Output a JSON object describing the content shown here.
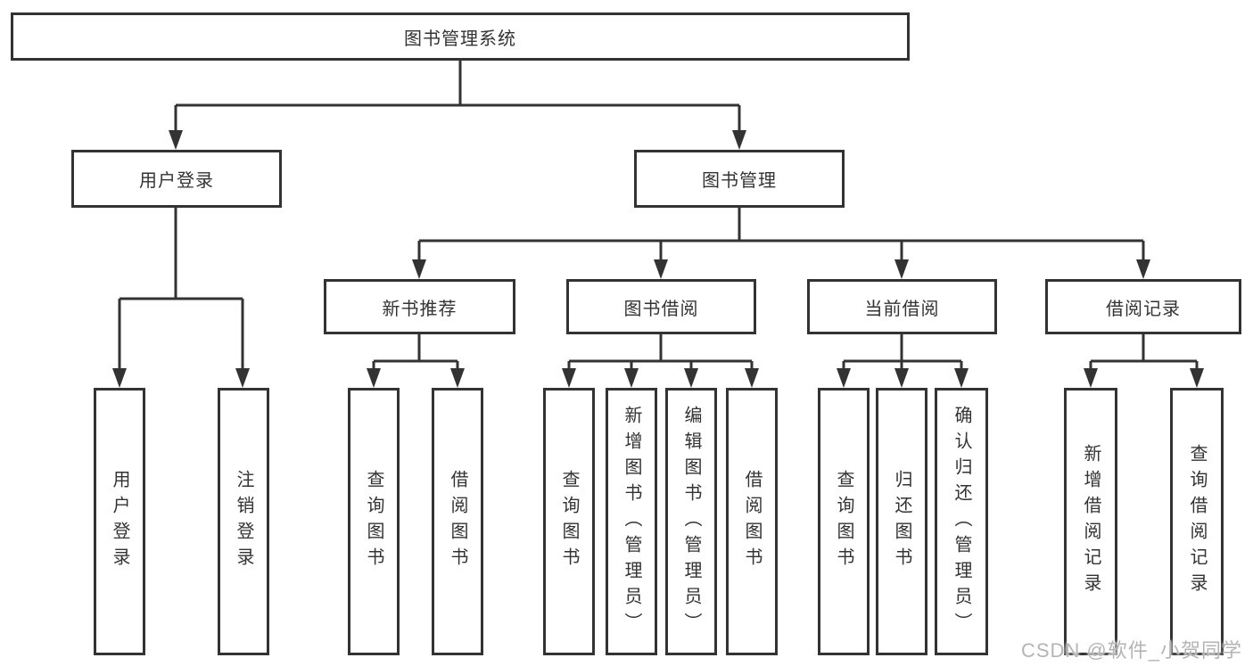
{
  "diagram": {
    "type": "hierarchy-tree",
    "line_color": "#333333",
    "text_color": "#333333",
    "background_color": "#ffffff",
    "root": {
      "label": "图书管理系统",
      "children": [
        {
          "label": "用户登录",
          "children": [
            {
              "label": "用户登录"
            },
            {
              "label": "注销登录"
            }
          ]
        },
        {
          "label": "图书管理",
          "children": [
            {
              "label": "新书推荐",
              "children": [
                {
                  "label": "查询图书"
                },
                {
                  "label": "借阅图书"
                }
              ]
            },
            {
              "label": "图书借阅",
              "children": [
                {
                  "label": "查询图书"
                },
                {
                  "label": "新增图书（管理员）"
                },
                {
                  "label": "编辑图书（管理员）"
                },
                {
                  "label": "借阅图书"
                }
              ]
            },
            {
              "label": "当前借阅",
              "children": [
                {
                  "label": "查询图书"
                },
                {
                  "label": "归还图书"
                },
                {
                  "label": "确认归还（管理员）"
                }
              ]
            },
            {
              "label": "借阅记录",
              "children": [
                {
                  "label": "新增借阅记录"
                },
                {
                  "label": "查询借阅记录"
                }
              ]
            }
          ]
        }
      ]
    }
  },
  "watermark": {
    "text": "CSDN @软件_小贺同学",
    "color": "#b4b4b4"
  }
}
